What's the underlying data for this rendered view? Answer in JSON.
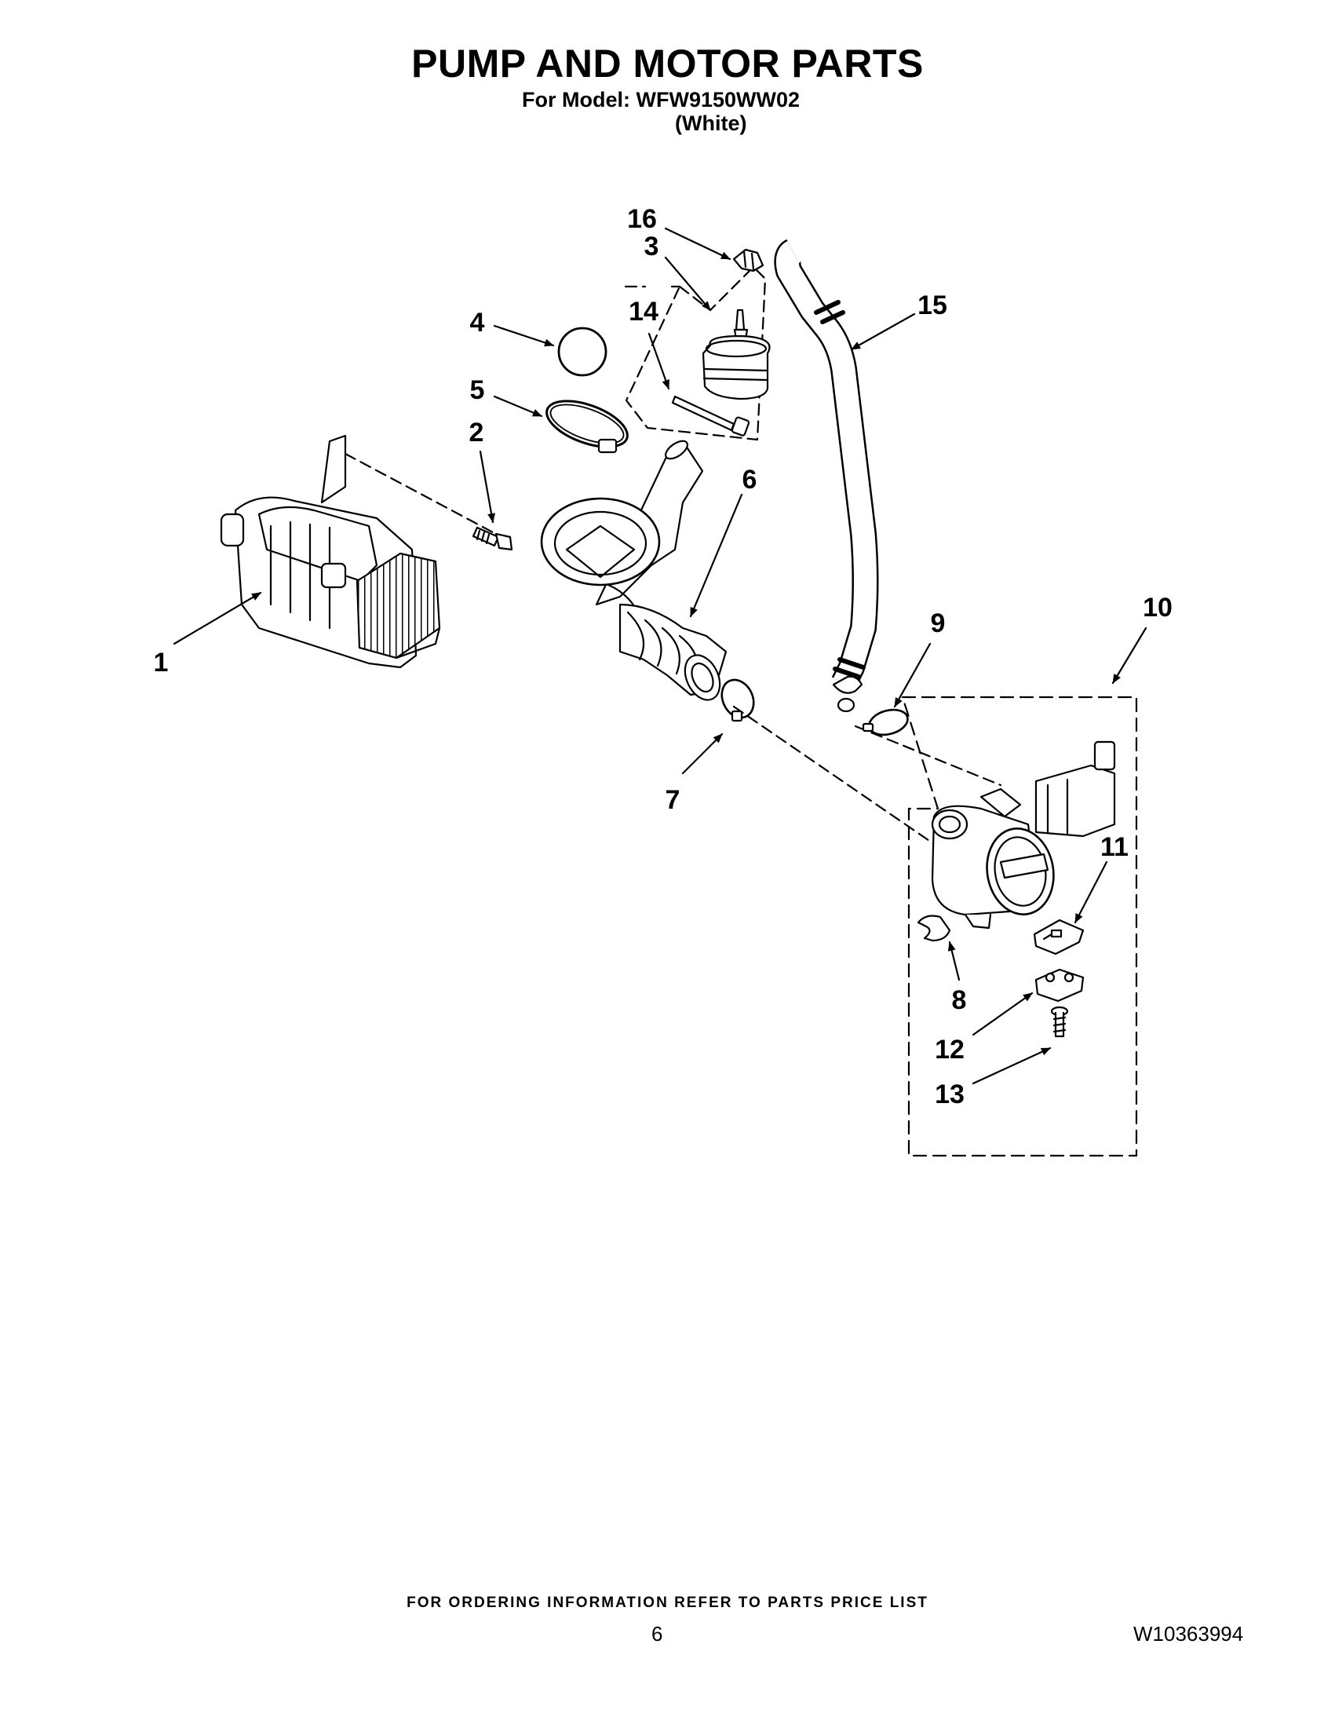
{
  "header": {
    "title": "PUMP AND MOTOR PARTS",
    "model_line": "For Model: WFW9150WW02",
    "variant": "(White)"
  },
  "callouts": [
    "1",
    "2",
    "3",
    "4",
    "5",
    "6",
    "7",
    "8",
    "9",
    "10",
    "11",
    "12",
    "13",
    "14",
    "15",
    "16"
  ],
  "footer": {
    "ordering_note": "FOR ORDERING INFORMATION REFER TO PARTS PRICE LIST",
    "page_number": "6",
    "document_number": "W10363994"
  }
}
